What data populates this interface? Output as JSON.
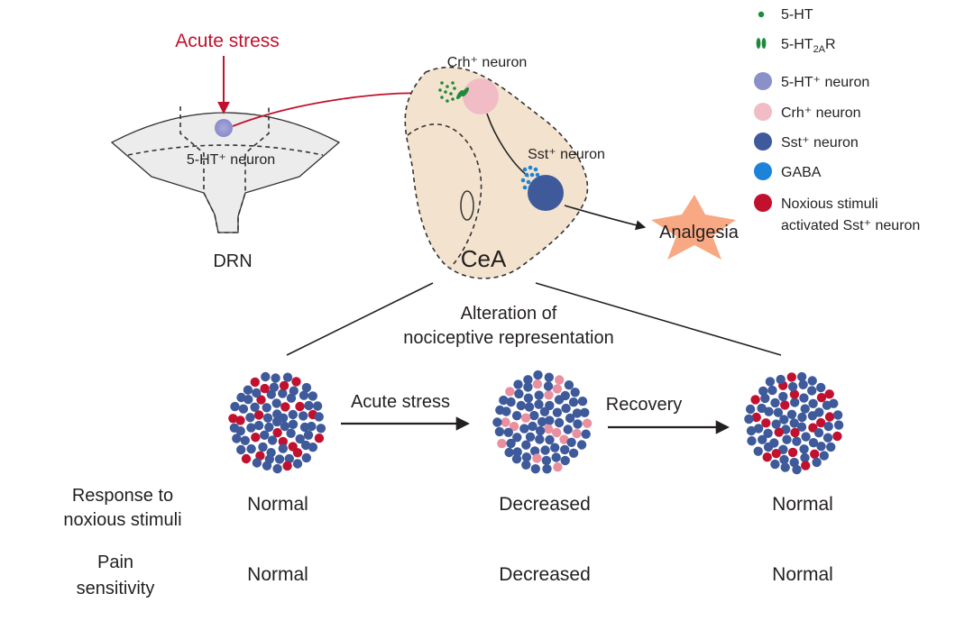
{
  "top": {
    "acute_stress": "Acute stress",
    "drn_neuron_label": "5-HT⁺ neuron",
    "drn_label": "DRN",
    "crh_neuron_label": "Crh⁺ neuron",
    "sst_neuron_label": "Sst⁺ neuron",
    "cea_label": "CeA",
    "analgesia_label": "Analgesia",
    "alteration_line1": "Alteration of",
    "alteration_line2": "nociceptive representation"
  },
  "legend": [
    {
      "label": "5-HT",
      "icon": "serotonin-dot-icon",
      "color": "#1e8a3c"
    },
    {
      "label": "5-HT",
      "sub": "2A",
      "label_suffix": "R",
      "icon": "receptor-icon",
      "color": "#1e8a3c"
    },
    {
      "label": "5-HT⁺ neuron",
      "icon": "serotonin-neuron-icon",
      "color": "#8c90c8"
    },
    {
      "label": "Crh⁺ neuron",
      "icon": "crh-neuron-icon",
      "color": "#f1bcc6"
    },
    {
      "label": "Sst⁺ neuron",
      "icon": "sst-neuron-icon",
      "color": "#3e5a9a"
    },
    {
      "label": "GABA",
      "icon": "gaba-icon",
      "color": "#1b84d9"
    },
    {
      "label": "Noxious stimuli",
      "label_line2": "activated Sst⁺ neuron",
      "icon": "activated-neuron-icon",
      "color": "#c1112e"
    }
  ],
  "transitions": {
    "first": "Acute stress",
    "second": "Recovery"
  },
  "rows": {
    "response_line1": "Response to",
    "response_line2": "noxious stimuli",
    "pain_line1": "Pain",
    "pain_line2": "sensitivity"
  },
  "states": [
    {
      "response": "Normal",
      "pain": "Normal"
    },
    {
      "response": "Decreased",
      "pain": "Decreased"
    },
    {
      "response": "Normal",
      "pain": "Normal"
    }
  ],
  "colors": {
    "stress_red": "#c1112e",
    "tissue": "#f3e3ce",
    "drn_fill": "#ececec",
    "analgesia": "#f8a882",
    "sst_blue": "#3e5a9a",
    "active_red": "#c1112e",
    "pink": "#e98f9f"
  }
}
